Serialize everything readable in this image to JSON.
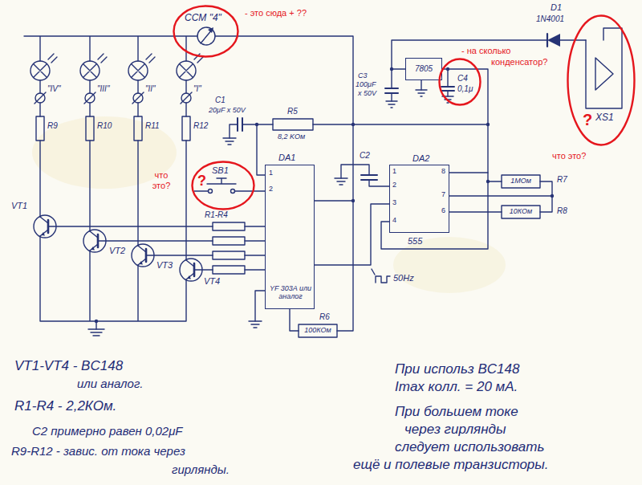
{
  "diagram": {
    "nodes": [
      {
        "text": [
          "CCM \"4\""
        ]
      },
      {
        "text": [
          "XS1",
          "?"
        ]
      },
      {
        "text": [
          "7805"
        ]
      },
      {
        "text": [
          "C4",
          "0,1μ"
        ]
      },
      {
        "text": [
          "SB1",
          "?"
        ]
      },
      {
        "text": [
          "DA1",
          "YF 303A или аналог"
        ]
      },
      {
        "text": [
          "DA2",
          "555"
        ]
      }
    ],
    "edges": [
      {
        "from": 2,
        "to": 6,
        "arrow": "none"
      },
      {
        "from": 6,
        "to": 5,
        "arrow": "none"
      }
    ],
    "labels": [
      "- это сюда + ??",
      "D1",
      "1N4001",
      "- на сколько",
      "конденсатор?",
      "C3",
      "100μF",
      "x 50V",
      "\"IV\"",
      "\"III\"",
      "\"II\"",
      "\"I\"",
      "R9",
      "R10",
      "R11",
      "R12",
      "C1",
      "20μF x 50V",
      "R5",
      "8,2 KOм",
      "что это?",
      "что это?",
      "1",
      "2",
      "C2",
      "8",
      "7",
      "6",
      "1",
      "2",
      "3",
      "4",
      "R7",
      "1МОм",
      "R8",
      "10КОм",
      "R1-R4",
      "VT1",
      "VT2",
      "VT3",
      "VT4",
      "50Hz",
      "R6",
      "100КОм",
      "VT1-VT4 - BC148",
      "или аналог.",
      "R1-R4 - 2,2КОм.",
      "С2 примерно равен 0,02μF",
      "R9-R12 - завис. от тока через",
      "гирлянды.",
      "При использ BC148",
      "Imax колл. = 20 мА.",
      "При большем токе",
      "через гирлянды",
      "следует использовать",
      "ещё и полевые транзисторы."
    ]
  }
}
